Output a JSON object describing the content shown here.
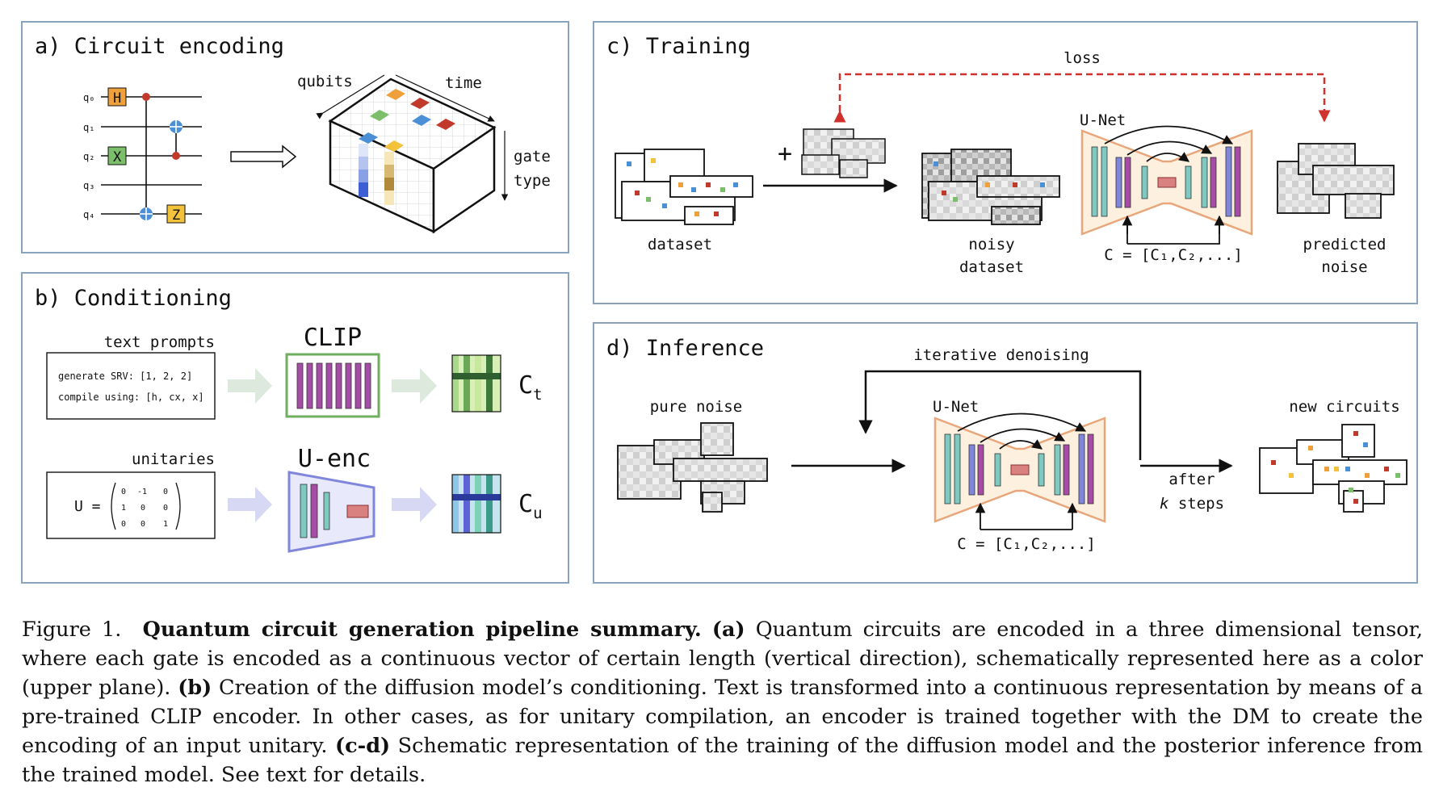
{
  "panels": {
    "a": {
      "title": "a) Circuit encoding",
      "qubit_labels": [
        "q₀",
        "q₁",
        "q₂",
        "q₃",
        "q₄"
      ],
      "gates": {
        "h": "H",
        "x": "X",
        "z": "Z"
      },
      "axis_qubits": "qubits",
      "axis_time": "time",
      "axis_gate": "gate",
      "axis_type": "type"
    },
    "b": {
      "title": "b) Conditioning",
      "text_prompts_label": "text prompts",
      "prompt_line1": "generate SRV: [1, 2, 2]",
      "prompt_line2": "compile using: [h, cx, x]",
      "clip_label": "CLIP",
      "ct_label": "C",
      "ct_sub": "t",
      "unitaries_label": "unitaries",
      "u_eq": "U =",
      "matrix": [
        [
          "0",
          "-1",
          "0"
        ],
        [
          "1",
          "0",
          "0"
        ],
        [
          "0",
          "0",
          "1"
        ]
      ],
      "uenc_label": "U-enc",
      "cu_label": "C",
      "cu_sub": "u"
    },
    "c": {
      "title": "c) Training",
      "loss": "loss",
      "plus": "+",
      "unet": "U-Net",
      "dataset": "dataset",
      "noisy1": "noisy",
      "noisy2": "dataset",
      "cond": "C = [C₁,C₂,...]",
      "pred1": "predicted",
      "pred2": "noise"
    },
    "d": {
      "title": "d) Inference",
      "iter": "iterative denoising",
      "pure": "pure noise",
      "unet": "U-Net",
      "cond": "C = [C₁,C₂,...]",
      "after1": "after",
      "after2k": "k",
      "after2": " steps",
      "newc": "new circuits"
    }
  },
  "caption": {
    "fig": "Figure 1.",
    "title": "Quantum circuit generation pipeline summary.",
    "a_tag": "(a)",
    "a_text": "Quantum circuits are encoded in a three dimensional tensor, where each gate is encoded as a continuous vector of certain length (vertical direction), schematically represented here as a color (upper plane).",
    "b_tag": "(b)",
    "b_text": "Creation of the diffusion model’s conditioning. Text is transformed into a continuous representation by means of a pre-trained CLIP encoder. In other cases, as for unitary compilation, an encoder is trained together with the DM to create the encoding of an input unitary.",
    "cd_tag": "(c-d)",
    "cd_text": "Schematic representation of the training of the diffusion model and the posterior inference from the trained model. See text for details."
  },
  "colors": {
    "frame": "#8aa4c0",
    "loss_arrow": "#d0312d",
    "h_gate": "#f0a03a",
    "x_gate": "#7cbf6a",
    "z_gate": "#f2c23a",
    "cnot": "#4b8fd6",
    "ctrl": "#c0392b"
  }
}
